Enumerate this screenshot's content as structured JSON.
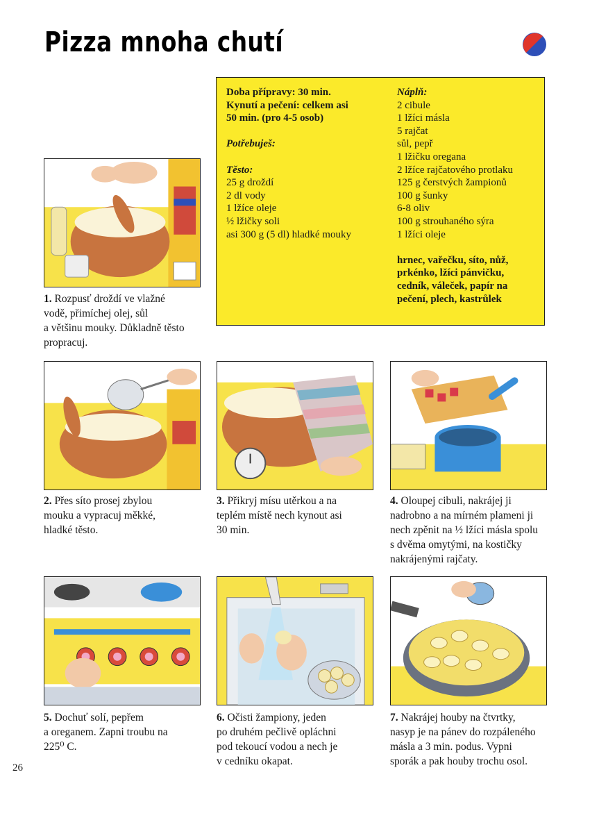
{
  "title": "Pizza mnoha chutí",
  "colors": {
    "box_yellow": "#fbea2a",
    "badge_red": "#e0352b",
    "badge_blue": "#2e4fb8"
  },
  "info": {
    "prep": [
      "Doba přípravy: 30 min.",
      "Kynutí a pečení: celkem asi",
      "50 min. (pro 4-5 osob)"
    ],
    "needs_label": "Potřebuješ:",
    "dough_label": "Těsto:",
    "dough": [
      "25 g droždí",
      "2 dl vody",
      "1 lžíce oleje",
      "½ lžičky soli",
      "asi 300 g (5 dl) hladké mouky"
    ],
    "filling_label": "Náplň:",
    "filling": [
      "2 cibule",
      "1 lžíci másla",
      "5 rajčat",
      "sůl, pepř",
      "1 lžičku oregana",
      "2 lžíce rajčatového protlaku",
      "125 g čerstvých žampionů",
      "100 g šunky",
      "6-8 oliv",
      "100 g strouhaného sýra",
      "1 lžíci oleje"
    ],
    "tools": [
      "hrnec, vařečku, síto, nůž,",
      "prkénko, lžíci pánvičku,",
      "cedník, váleček, papír na",
      "pečení, plech, kastrůlek"
    ]
  },
  "steps": [
    {
      "num": "1.",
      "lines": [
        "Rozpusť droždí ve vlažné",
        "vodě, přimíchej olej, sůl",
        "a většinu mouky. Důkladně těsto",
        "propracuj."
      ]
    },
    {
      "num": "2.",
      "lines": [
        "Přes síto prosej zbylou",
        "mouku a vypracuj měkké,",
        "hladké těsto."
      ]
    },
    {
      "num": "3.",
      "lines": [
        "Přikryj mísu utěrkou a na",
        "teplém místě nech kynout asi",
        "30 min."
      ]
    },
    {
      "num": "4.",
      "lines": [
        "Oloupej cibuli, nakrájej ji",
        "nadrobno a na mírném plameni ji",
        "nech zpěnit na ½ lžíci másla spolu",
        "s dvěma omytými, na kostičky",
        "nakrájenými rajčaty."
      ]
    },
    {
      "num": "5.",
      "lines": [
        "Dochuť solí, pepřem",
        "a oreganem. Zapni troubu na",
        "225⁰ C."
      ]
    },
    {
      "num": "6.",
      "lines": [
        "Očisti žampiony, jeden",
        "po druhém pečlivě opláchni",
        "pod tekoucí vodou a nech je",
        "v cedníku okapat."
      ]
    },
    {
      "num": "7.",
      "lines": [
        "Nakrájej houby na čtvrtky,",
        "nasyp je na pánev do rozpáleného",
        "másla a 3 min. podus. Vypni",
        "sporák a pak houby trochu osol."
      ]
    }
  ],
  "page_number": "26"
}
